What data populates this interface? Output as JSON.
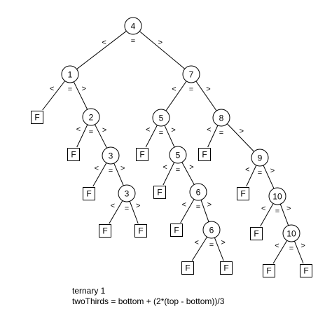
{
  "tree": {
    "nodes": [
      {
        "id": "n4",
        "kind": "circle",
        "label": "4"
      },
      {
        "id": "n1",
        "kind": "circle",
        "label": "1"
      },
      {
        "id": "n7",
        "kind": "circle",
        "label": "7"
      },
      {
        "id": "f1l",
        "kind": "leaf",
        "label": "F"
      },
      {
        "id": "n2",
        "kind": "circle",
        "label": "2"
      },
      {
        "id": "f2l",
        "kind": "leaf",
        "label": "F"
      },
      {
        "id": "n3",
        "kind": "circle",
        "label": "3"
      },
      {
        "id": "f3l",
        "kind": "leaf",
        "label": "F"
      },
      {
        "id": "n3b",
        "kind": "circle",
        "label": "3"
      },
      {
        "id": "f3bl",
        "kind": "leaf",
        "label": "F"
      },
      {
        "id": "f3br",
        "kind": "leaf",
        "label": "F"
      },
      {
        "id": "n5",
        "kind": "circle",
        "label": "5"
      },
      {
        "id": "n8",
        "kind": "circle",
        "label": "8"
      },
      {
        "id": "f5l",
        "kind": "leaf",
        "label": "F"
      },
      {
        "id": "n5b",
        "kind": "circle",
        "label": "5"
      },
      {
        "id": "f5bl",
        "kind": "leaf",
        "label": "F"
      },
      {
        "id": "n6",
        "kind": "circle",
        "label": "6"
      },
      {
        "id": "f6l",
        "kind": "leaf",
        "label": "F"
      },
      {
        "id": "n6b",
        "kind": "circle",
        "label": "6"
      },
      {
        "id": "f6bl",
        "kind": "leaf",
        "label": "F"
      },
      {
        "id": "f6br",
        "kind": "leaf",
        "label": "F"
      },
      {
        "id": "f8l",
        "kind": "leaf",
        "label": "F"
      },
      {
        "id": "n9",
        "kind": "circle",
        "label": "9"
      },
      {
        "id": "f9l",
        "kind": "leaf",
        "label": "F"
      },
      {
        "id": "n10",
        "kind": "circle",
        "label": "10"
      },
      {
        "id": "f10l",
        "kind": "leaf",
        "label": "F"
      },
      {
        "id": "n10b",
        "kind": "circle",
        "label": "10"
      },
      {
        "id": "f10bl",
        "kind": "leaf",
        "label": "F"
      },
      {
        "id": "f10br",
        "kind": "leaf",
        "label": "F"
      }
    ],
    "edges": [
      [
        "n4",
        "n1"
      ],
      [
        "n4",
        "n7"
      ],
      [
        "n1",
        "f1l"
      ],
      [
        "n1",
        "n2"
      ],
      [
        "n2",
        "f2l"
      ],
      [
        "n2",
        "n3"
      ],
      [
        "n3",
        "f3l"
      ],
      [
        "n3",
        "n3b"
      ],
      [
        "n3b",
        "f3bl"
      ],
      [
        "n3b",
        "f3br"
      ],
      [
        "n7",
        "n5"
      ],
      [
        "n7",
        "n8"
      ],
      [
        "n5",
        "f5l"
      ],
      [
        "n5",
        "n5b"
      ],
      [
        "n5b",
        "f5bl"
      ],
      [
        "n5b",
        "n6"
      ],
      [
        "n6",
        "f6l"
      ],
      [
        "n6",
        "n6b"
      ],
      [
        "n6b",
        "f6bl"
      ],
      [
        "n6b",
        "f6br"
      ],
      [
        "n8",
        "f8l"
      ],
      [
        "n8",
        "n9"
      ],
      [
        "n9",
        "f9l"
      ],
      [
        "n9",
        "n10"
      ],
      [
        "n10",
        "f10l"
      ],
      [
        "n10",
        "n10b"
      ],
      [
        "n10b",
        "f10bl"
      ],
      [
        "n10b",
        "f10br"
      ]
    ],
    "comparison_labels": {
      "lt": "<",
      "eq": "=",
      "gt": ">"
    }
  },
  "caption": {
    "line1": "ternary 1",
    "line2": "twoThirds = bottom + (2*(top - bottom))/3"
  }
}
